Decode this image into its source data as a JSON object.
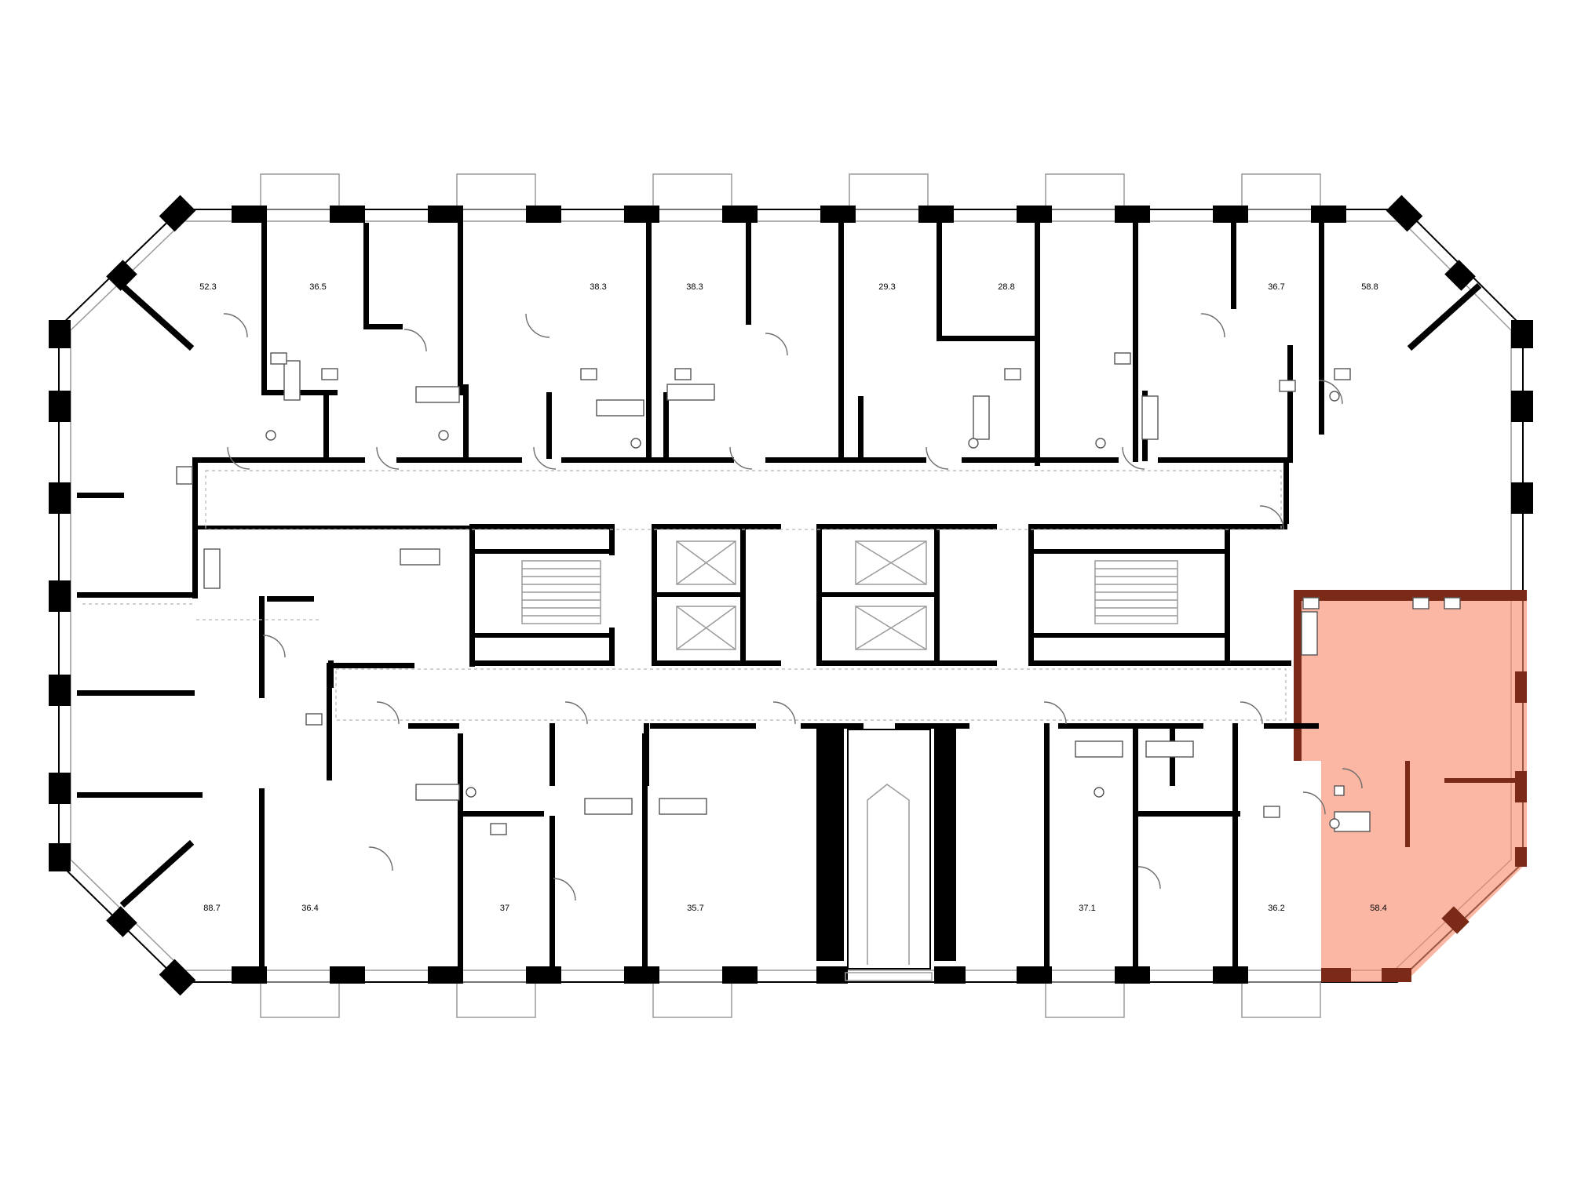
{
  "plan": {
    "highlight_color": "#f98a6c",
    "highlight_wall_color": "#7a2a16",
    "apartments": [
      {
        "id": "a1",
        "area": "52.3"
      },
      {
        "id": "a2",
        "area": "36.5"
      },
      {
        "id": "a3",
        "area": "38.3"
      },
      {
        "id": "a4",
        "area": "38.3"
      },
      {
        "id": "a5",
        "area": "29.3"
      },
      {
        "id": "a6",
        "area": "28.8"
      },
      {
        "id": "a7",
        "area": "36.7"
      },
      {
        "id": "a8",
        "area": "58.8"
      },
      {
        "id": "a9",
        "area": "88.7"
      },
      {
        "id": "a10",
        "area": "36.4"
      },
      {
        "id": "a11",
        "area": "37"
      },
      {
        "id": "a12",
        "area": "35.7"
      },
      {
        "id": "a13",
        "area": "37.1"
      },
      {
        "id": "a14",
        "area": "36.2"
      },
      {
        "id": "a15",
        "area": "58.4",
        "highlighted": true
      }
    ]
  }
}
